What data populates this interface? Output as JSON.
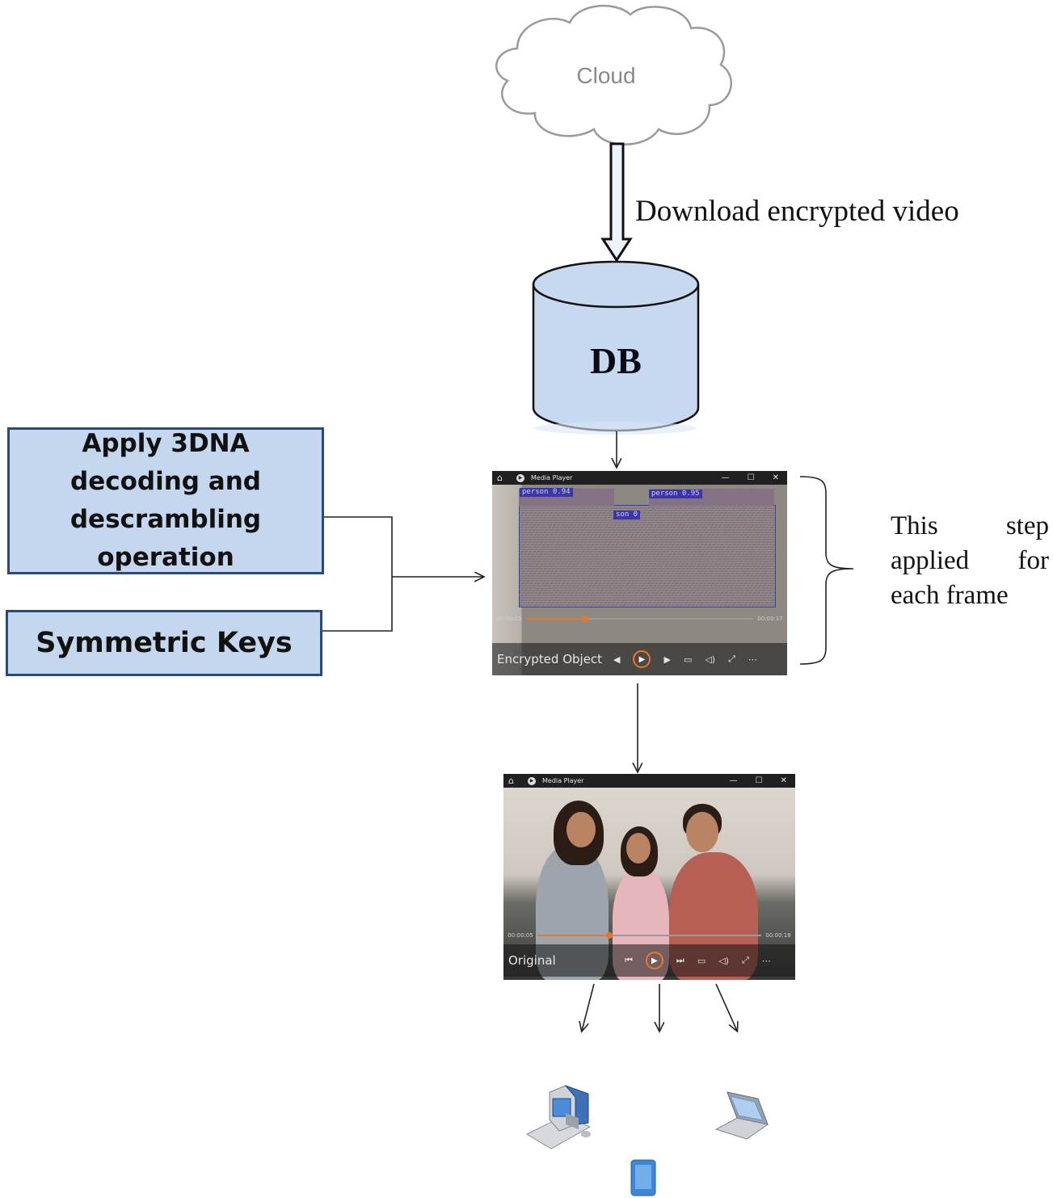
{
  "cloud": {
    "label": "Cloud"
  },
  "download": {
    "label": "Download encrypted video"
  },
  "database": {
    "label": "DB"
  },
  "inputs": {
    "apply_label": "Apply 3DNA decoding and descrambling operation",
    "keys_label": "Symmetric Keys"
  },
  "annotation": {
    "text": "This step applied for each frame"
  },
  "encrypted_player": {
    "window_title": "Media Player",
    "caption": "Encrypted Object",
    "time_elapsed": "00:00:05",
    "time_total": "00:00:17",
    "progress": 0.26,
    "detections": [
      "person 0.94",
      "person 0.95",
      "son 0"
    ]
  },
  "original_player": {
    "window_title": "Media Player",
    "caption": "Original",
    "time_elapsed": "00:00:05",
    "time_total": "00:00:18",
    "progress": 0.32
  },
  "devices": [
    "desktop-computer-icon",
    "laptop-icon",
    "mobile-phone-icon"
  ],
  "colors": {
    "box_fill": "#c5d7ef",
    "box_border": "#2a4b7a",
    "db_fill": "#c6d9f0",
    "accent": "#e8772e"
  }
}
